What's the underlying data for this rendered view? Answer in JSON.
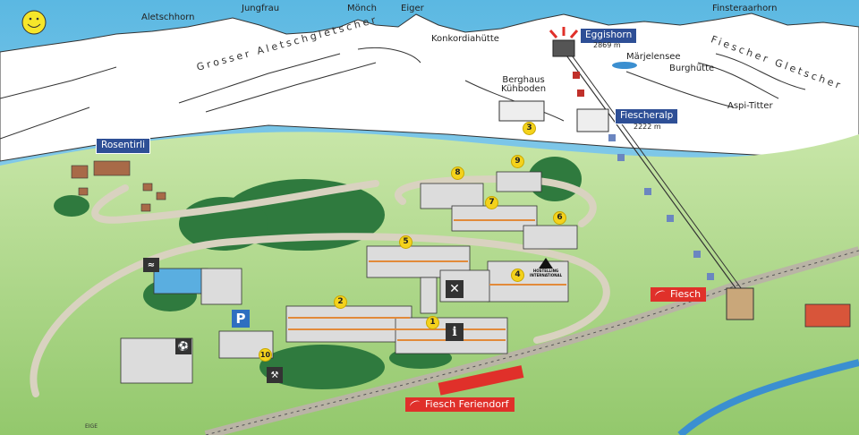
{
  "peaks": {
    "aletschhorn": "Aletschhorn",
    "jungfrau": "Jungfrau",
    "moench": "Mönch",
    "eiger": "Eiger",
    "finsteraarhorn": "Finsteraarhorn"
  },
  "glaciers": {
    "aletsch": "Grosser Aletschgletscher",
    "fiesch": "Fiescher Gletscher"
  },
  "places": {
    "konkordia": "Konkordiahütte",
    "maerjelensee": "Märjelensee",
    "burghuette": "Burghütte",
    "aspi_titter": "Aspi-Titter",
    "berghaus_line1": "Berghaus",
    "berghaus_line2": "Kühboden"
  },
  "stations": {
    "eggishorn": {
      "name": "Eggishorn",
      "altitude": "2869 m"
    },
    "fiescheralp": {
      "name": "Fiescheralp",
      "altitude": "2222 m"
    },
    "rosentirli": {
      "name": "Rosentirli"
    },
    "fiesch": {
      "name": "Fiesch"
    },
    "feriendorf": {
      "name": "Fiesch Feriendorf"
    }
  },
  "markers": [
    "1",
    "2",
    "3",
    "4",
    "5",
    "6",
    "7",
    "8",
    "9",
    "10"
  ],
  "icons": {
    "parking": "P",
    "info": "i",
    "hostel_line1": "HOSTELLING",
    "hostel_line2": "INTERNATIONAL"
  },
  "signature": "EIGE",
  "colors": {
    "sky": "#6fc2e6",
    "snow": "#ffffff",
    "grass": "#9fd07a",
    "forest": "#2f7a3e",
    "label_blue": "#2e4f96",
    "label_red": "#e0302a",
    "marker_yellow": "#f4d21c"
  }
}
